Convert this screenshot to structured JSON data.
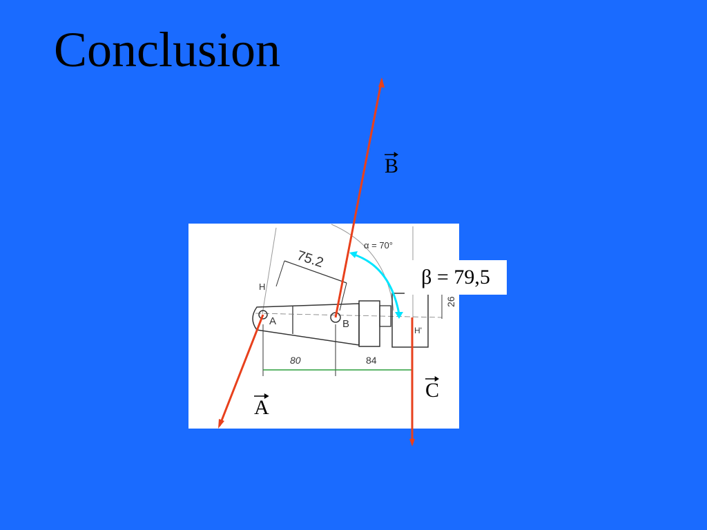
{
  "slide": {
    "title": "Conclusion"
  },
  "drawing": {
    "alpha_label": "α = 70°",
    "dimension_75": "75.2",
    "dimension_80": "80",
    "dimension_84": "84",
    "dimension_26": "26",
    "label_H": "H",
    "label_H_prime": "H'",
    "label_A": "A",
    "label_B": "B"
  },
  "vectors": {
    "A": "A",
    "B": "B",
    "C": "C"
  },
  "beta": {
    "text": "β = 79,5"
  },
  "colors": {
    "background": "#1a6bff",
    "force_vector": "#e8401c",
    "angle_arc": "#00e5ff",
    "drawing_paper": "#ffffff"
  }
}
